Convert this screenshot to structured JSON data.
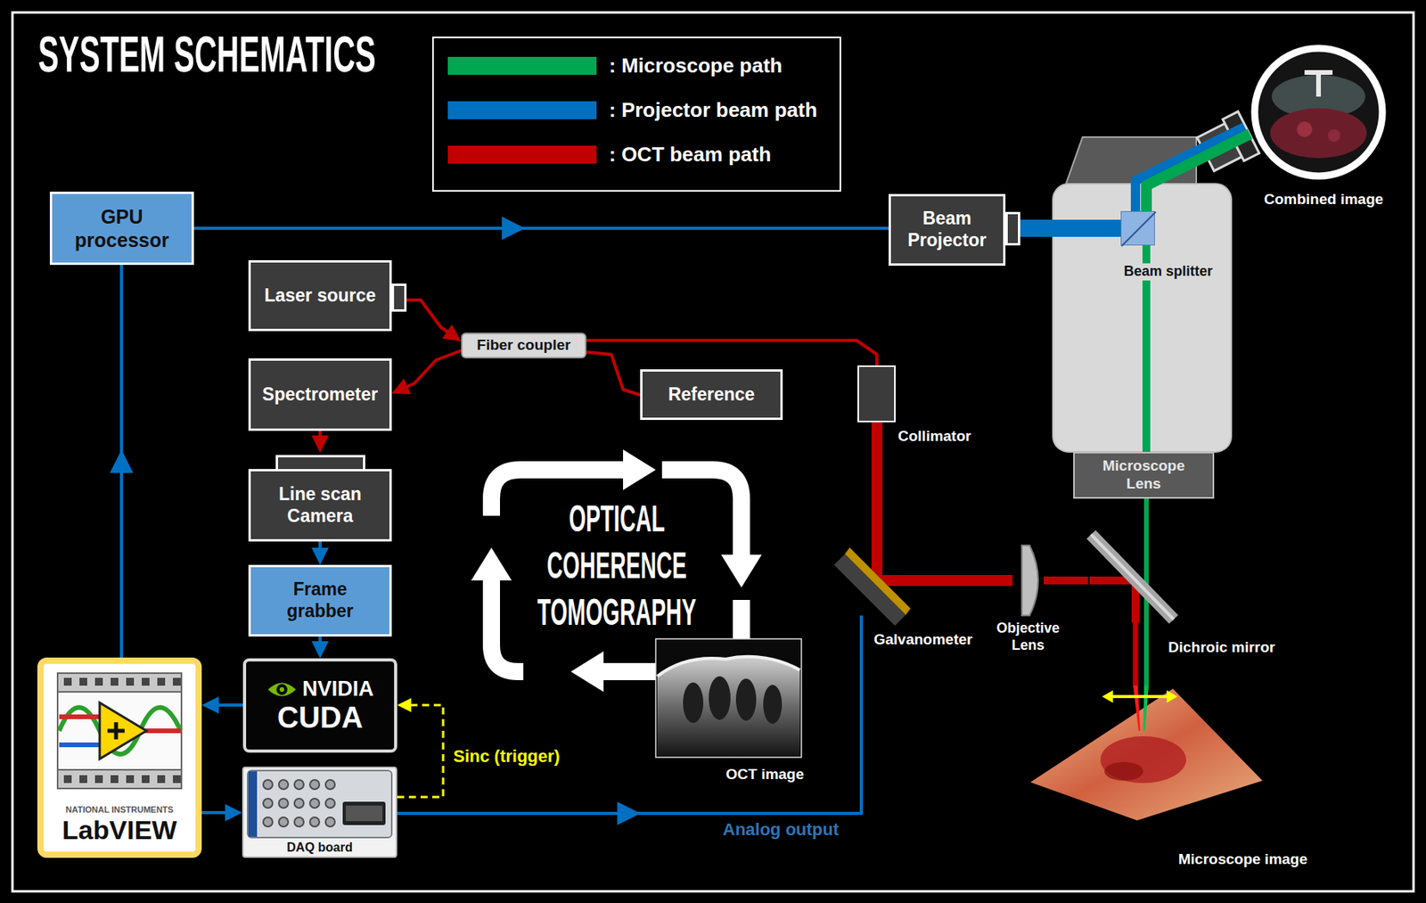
{
  "diagram": {
    "title": "SYSTEM SCHEMATICS",
    "nodes": [
      {
        "text": [
          "GPU processor"
        ]
      },
      {
        "text": [
          "Beam Projector"
        ]
      },
      {
        "text": [
          "Laser source"
        ]
      },
      {
        "text": [
          "Fiber coupler"
        ]
      },
      {
        "text": [
          "Spectrometer"
        ]
      },
      {
        "text": [
          "Reference"
        ]
      },
      {
        "text": [
          "Collimator"
        ]
      },
      {
        "text": [
          "Line scan Camera"
        ]
      },
      {
        "text": [
          "Frame grabber"
        ]
      },
      {
        "text": [
          "NVIDIA",
          "CUDA"
        ]
      },
      {
        "text": [
          "NATIONAL INSTRUMENTS",
          "LabVIEW"
        ]
      },
      {
        "text": [
          "DAQ board"
        ]
      },
      {
        "text": [
          "Galvanometer"
        ]
      },
      {
        "text": [
          "Objective Lens"
        ]
      },
      {
        "text": [
          "Dichroic mirror"
        ]
      },
      {
        "text": [
          "OCT image"
        ]
      },
      {
        "text": [
          "Combined image"
        ]
      },
      {
        "text": [
          "Beam splitter"
        ]
      },
      {
        "text": [
          "Microscope Lens"
        ]
      },
      {
        "text": [
          "Microscope image"
        ]
      }
    ],
    "edges": [
      {
        "from": 0,
        "to": 1,
        "arrow": "to"
      },
      {
        "from": 2,
        "to": 3,
        "arrow": "to"
      },
      {
        "from": 3,
        "to": 4,
        "arrow": "to"
      },
      {
        "from": 3,
        "to": 5,
        "arrow": "none"
      },
      {
        "from": 3,
        "to": 6,
        "arrow": "none"
      },
      {
        "from": 4,
        "to": 7,
        "arrow": "to"
      },
      {
        "from": 7,
        "to": 8,
        "arrow": "to"
      },
      {
        "from": 8,
        "to": 9,
        "arrow": "to"
      },
      {
        "from": 9,
        "to": 10,
        "arrow": "to"
      },
      {
        "from": 10,
        "to": 0,
        "arrow": "to"
      },
      {
        "from": 10,
        "to": 11,
        "arrow": "to"
      },
      {
        "from": 11,
        "to": 9,
        "label": "Sinc (trigger)",
        "arrow": "to"
      },
      {
        "from": 11,
        "to": 12,
        "label": "Analog output",
        "arrow": "to"
      },
      {
        "from": 6,
        "to": 12,
        "arrow": "none"
      },
      {
        "from": 12,
        "to": 13,
        "arrow": "none"
      },
      {
        "from": 13,
        "to": 14,
        "arrow": "none"
      },
      {
        "from": 14,
        "to": 19,
        "arrow": "none"
      },
      {
        "from": 19,
        "to": 18,
        "arrow": "none"
      },
      {
        "from": 18,
        "to": 17,
        "arrow": "none"
      },
      {
        "from": 17,
        "to": 16,
        "arrow": "none"
      },
      {
        "from": 1,
        "to": 17,
        "arrow": "none"
      }
    ],
    "labels": [
      "OPTICAL COHERENCE TOMOGRAPHY"
    ],
    "legend": [
      {
        "text": ": Microscope path",
        "color": "#00a651"
      },
      {
        "text": ": Projector beam path",
        "color": "#0070c0"
      },
      {
        "text": ": OCT beam path",
        "color": "#c00000"
      }
    ]
  }
}
